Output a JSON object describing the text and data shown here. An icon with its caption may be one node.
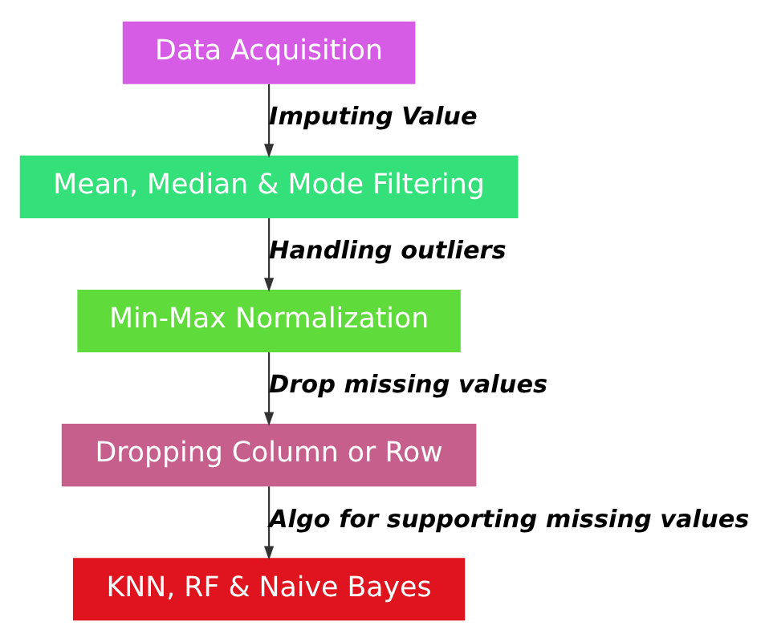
{
  "diagram": {
    "nodes": [
      {
        "text": [
          "Data Acquisition"
        ]
      },
      {
        "text": [
          "Mean, Median & Mode Filtering"
        ]
      },
      {
        "text": [
          "Min-Max Normalization"
        ]
      },
      {
        "text": [
          "Dropping Column or Row"
        ]
      },
      {
        "text": [
          "KNN, RF & Naive Bayes"
        ]
      }
    ],
    "edges": [
      {
        "from": 0,
        "to": 1,
        "arrow": "to",
        "label": "Imputing Value"
      },
      {
        "from": 1,
        "to": 2,
        "arrow": "to",
        "label": "Handling outliers"
      },
      {
        "from": 2,
        "to": 3,
        "arrow": "to",
        "label": "Drop missing values"
      },
      {
        "from": 3,
        "to": 4,
        "arrow": "to",
        "label": "Algo for supporting missing values"
      }
    ]
  }
}
